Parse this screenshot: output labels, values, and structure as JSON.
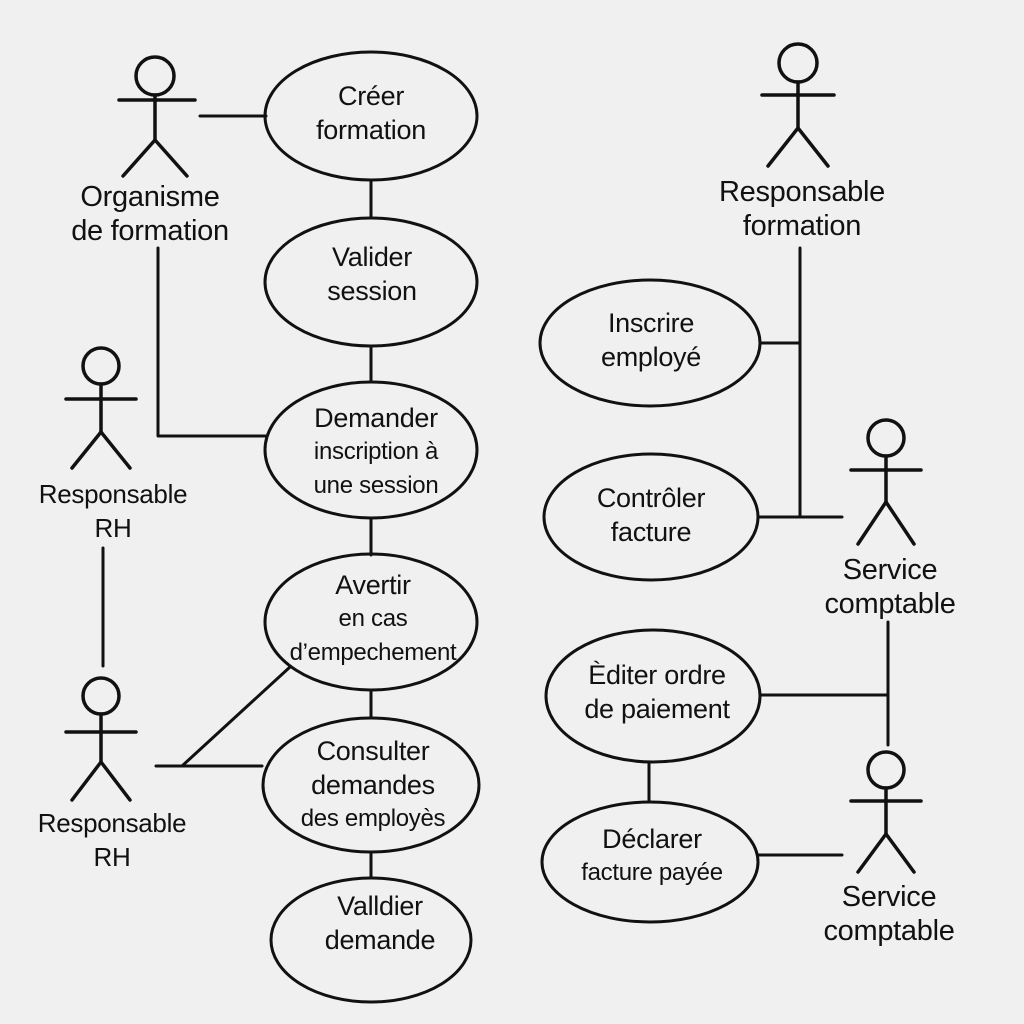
{
  "actors": {
    "organisme_formation": {
      "line1": "Organisme",
      "line2": "de formation"
    },
    "responsable_rh_top": {
      "line1": "Responsable",
      "line2": "RH"
    },
    "responsable_rh_bottom": {
      "line1": "Responsable",
      "line2": "RH"
    },
    "responsable_formation": {
      "line1": "Responsable",
      "line2": "formation"
    },
    "service_comptable_top": {
      "line1": "Service",
      "line2": "comptable"
    },
    "service_comptable_bottom": {
      "line1": "Service",
      "line2": "comptable"
    }
  },
  "use_cases": {
    "creer_formation": {
      "line1": "Créer",
      "line2": "formation"
    },
    "valider_session": {
      "line1": "Valider",
      "line2": "session"
    },
    "demander_inscription": {
      "line1": "Demander",
      "line2": "inscription à",
      "line3": "une session"
    },
    "avertir": {
      "line1": "Avertir",
      "line2": "en cas",
      "line3": "d’empechement"
    },
    "consulter_demandes": {
      "line1": "Consulter",
      "line2": "demandes",
      "line3": "des employès"
    },
    "valider_demande": {
      "line1": "Valldier",
      "line2": "demande"
    },
    "inscrire_employe": {
      "line1": "Inscrire",
      "line2": "employé"
    },
    "controler_facture": {
      "line1": "Contrôler",
      "line2": "facture"
    },
    "editer_ordre": {
      "line1": "Èditer ordre",
      "line2": "de paiement"
    },
    "declarer_facture": {
      "line1": "Déclarer",
      "line2": "facture payée"
    }
  }
}
